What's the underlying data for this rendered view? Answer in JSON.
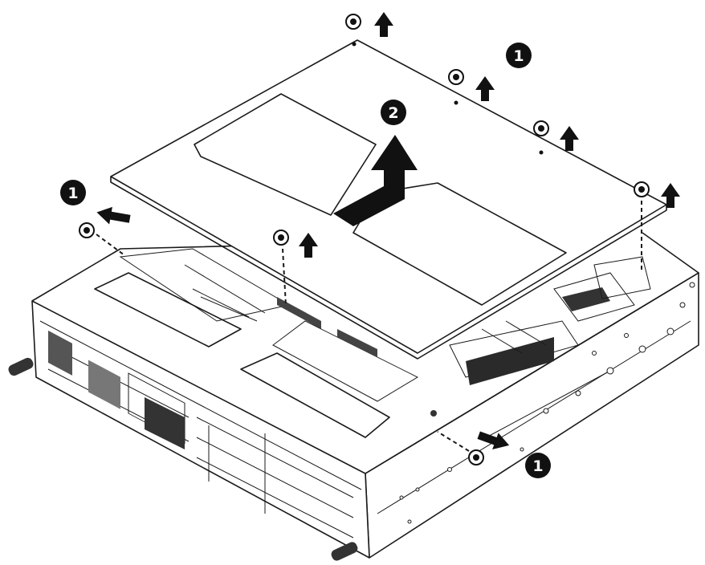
{
  "callouts": [
    {
      "label": "1"
    },
    {
      "label": "1"
    },
    {
      "label": "1"
    },
    {
      "label": "2"
    }
  ],
  "colors": {
    "line": "#1a1a1a",
    "background": "#ffffff",
    "callout": "#111111"
  },
  "icons": [
    "screw-icon",
    "arrow-up-icon",
    "arrow-left-icon",
    "arrow-right-icon",
    "arrow-lift-icon"
  ]
}
